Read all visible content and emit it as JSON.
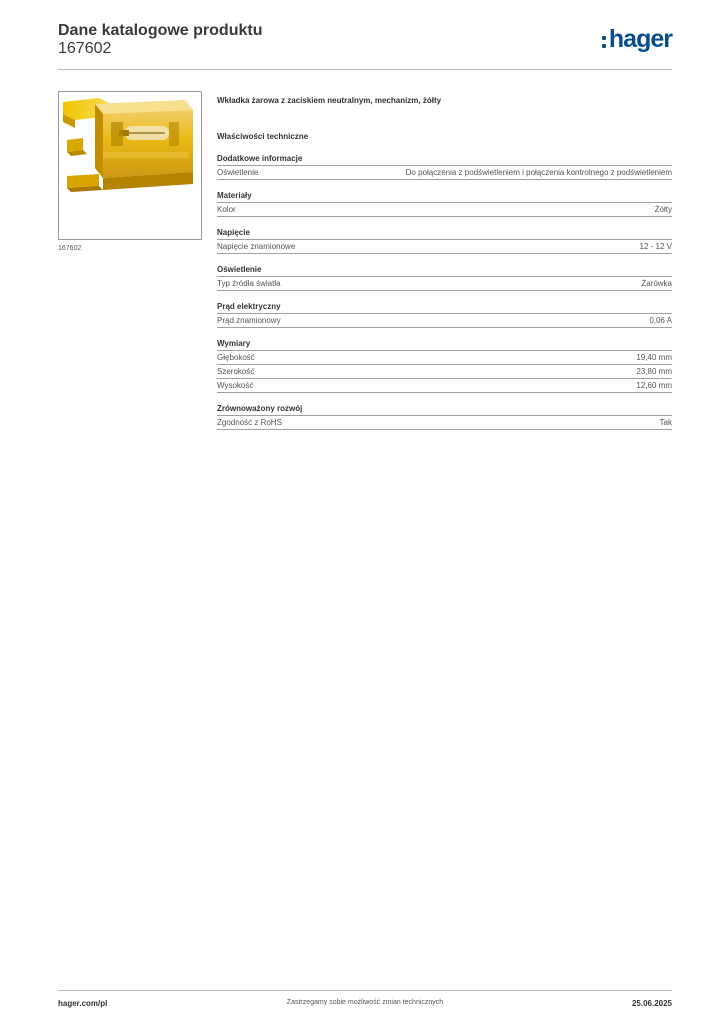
{
  "header": {
    "title": "Dane katalogowe produktu",
    "number": "167602",
    "logo_text": "hager"
  },
  "product": {
    "image_caption": "167602",
    "name": "Wkładka żarowa z zaciskiem neutralnym, mechanizm, żółty",
    "tech_title": "Właściwości techniczne"
  },
  "sections": [
    {
      "title": "Dodatkowe informacje",
      "rows": [
        {
          "label": "Oświetlenie",
          "value": "Do połączenia z podświetleniem i połączenia kontrolnego z podświetleniem"
        }
      ]
    },
    {
      "title": "Materiały",
      "rows": [
        {
          "label": "Kolor",
          "value": "Żółty"
        }
      ]
    },
    {
      "title": "Napięcie",
      "rows": [
        {
          "label": "Napięcie znamionowe",
          "value": "12 - 12 V"
        }
      ]
    },
    {
      "title": "Oświetlenie",
      "rows": [
        {
          "label": "Typ źródła światła",
          "value": "Żarówka"
        }
      ]
    },
    {
      "title": "Prąd elektryczny",
      "rows": [
        {
          "label": "Prąd znamionowy",
          "value": "0,06 A"
        }
      ]
    },
    {
      "title": "Wymiary",
      "rows": [
        {
          "label": "Głębokość",
          "value": "19,40 mm"
        },
        {
          "label": "Szerokość",
          "value": "23,80 mm"
        },
        {
          "label": "Wysokość",
          "value": "12,60 mm"
        }
      ]
    },
    {
      "title": "Zrównoważony rozwój",
      "rows": [
        {
          "label": "Zgodność z RoHS",
          "value": "Tak"
        }
      ]
    }
  ],
  "footer": {
    "left": "hager.com/pl",
    "center": "Zastrzegamy sobie możliwość zmian technicznych",
    "right": "25.06.2025"
  },
  "colors": {
    "brand": "#0a4d8f",
    "product_yellow": "#e8b400"
  }
}
